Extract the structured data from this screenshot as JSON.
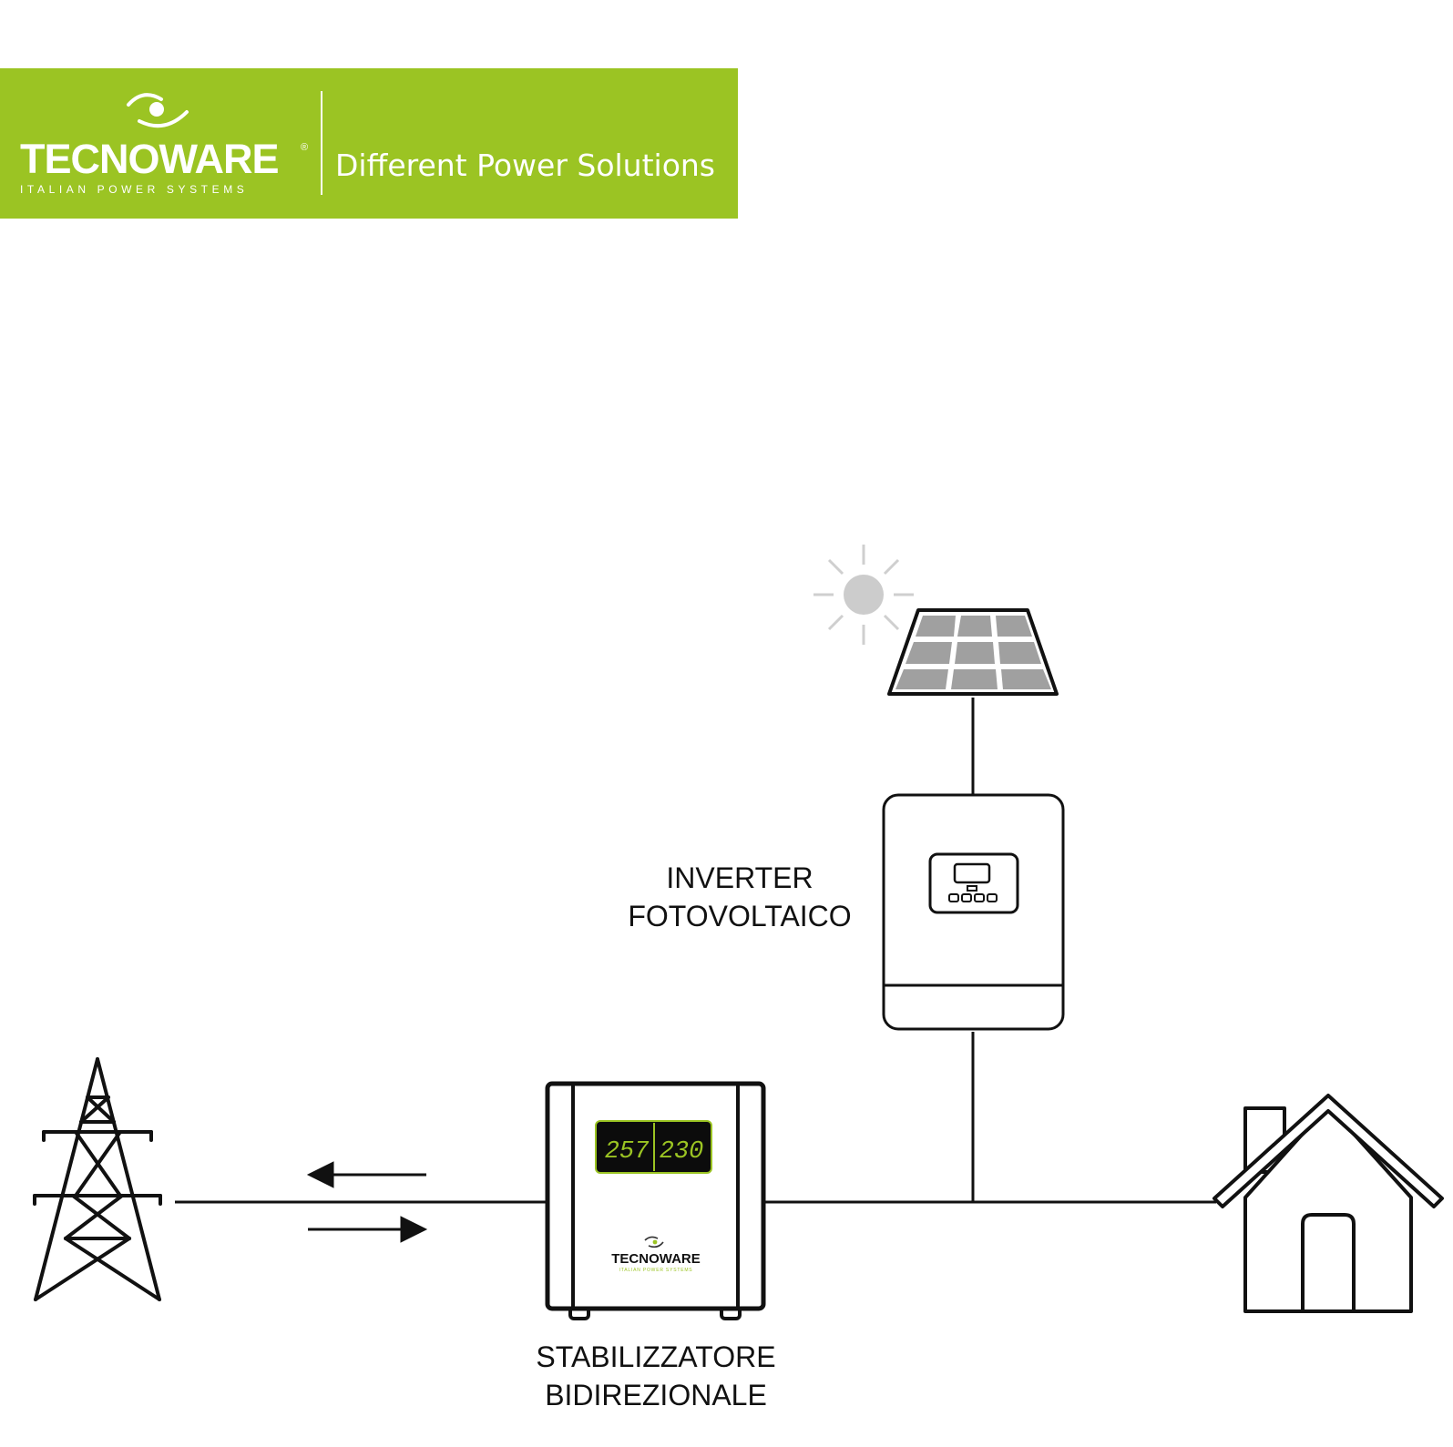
{
  "brand": {
    "name": "TECNOWARE",
    "registered": "®",
    "tagline_small": "ITALIAN POWER SYSTEMS",
    "slogan": "Different Power Solutions",
    "color": "#9bc423"
  },
  "labels": {
    "inverter_line1": "INVERTER",
    "inverter_line2": "FOTOVOLTAICO",
    "stabilizer_line1": "STABILIZZATORE",
    "stabilizer_line2": "BIDIREZIONALE"
  },
  "stabilizer_display": {
    "input_voltage": "257",
    "output_voltage": "230",
    "display_color": "#9bc423"
  },
  "stabilizer_logo": {
    "name": "TECNOWARE",
    "sub": "ITALIAN POWER SYSTEMS"
  },
  "icons": [
    "sun-icon",
    "solar-panel-icon",
    "inverter-icon",
    "power-pylon-icon",
    "stabilizer-icon",
    "house-icon",
    "arrow-left-icon",
    "arrow-right-icon"
  ]
}
